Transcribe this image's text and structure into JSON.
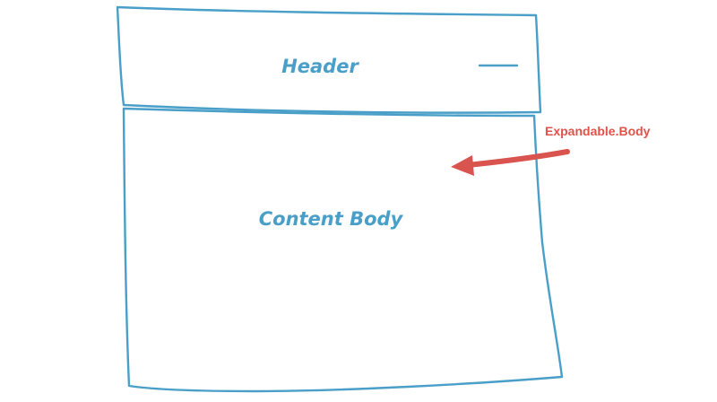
{
  "header": {
    "title": "Header",
    "collapse_icon": "minus-icon"
  },
  "body": {
    "title": "Content Body"
  },
  "callout": {
    "label": "Expandable.Body",
    "color": "#e0524a"
  },
  "colors": {
    "sketch": "#4a9fc8",
    "arrow": "#d9534f"
  }
}
